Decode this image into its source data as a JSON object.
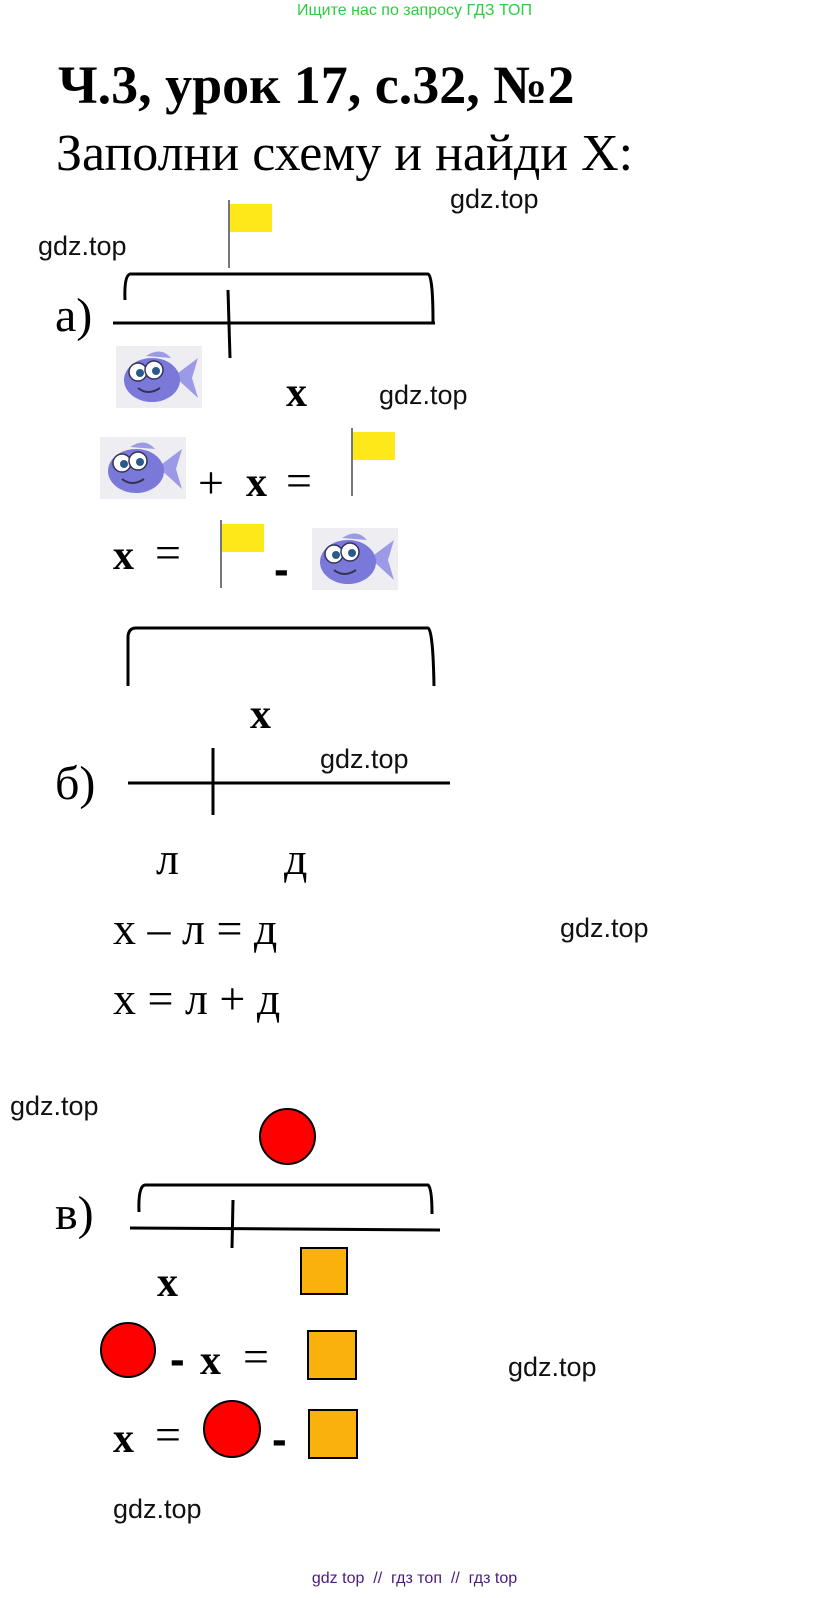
{
  "top_note": "Ищите нас по запросу ГДЗ ТОП",
  "title": "Ч.3, урок 17, с.32, №2",
  "subtitle": "Заполни схему и найди X:",
  "watermark": "gdz.top",
  "colors": {
    "flag": "#ffe81a",
    "fish": "#7a78d8",
    "circle": "#ff0000",
    "square": "#f9b20c",
    "top_note": "#2ecc40",
    "footer": "#4b1a7f"
  },
  "part_a": {
    "label": "а)",
    "x": "x",
    "eq1": {
      "plus": "+",
      "x": "x",
      "equals": "="
    },
    "eq2": {
      "x": "x",
      "equals": "=",
      "minus": "-"
    }
  },
  "part_b": {
    "label": "б)",
    "x": "x",
    "l": "л",
    "d": "д",
    "eq1": "x – л = д",
    "eq2": "x = л + д"
  },
  "part_c": {
    "label": "в)",
    "x": "x",
    "eq1": {
      "minus": "-",
      "x": "x",
      "equals": "="
    },
    "eq2": {
      "x": "x",
      "equals": "=",
      "minus": "-"
    }
  },
  "footer": "gdz top  //  гдз топ  //  гдз top"
}
